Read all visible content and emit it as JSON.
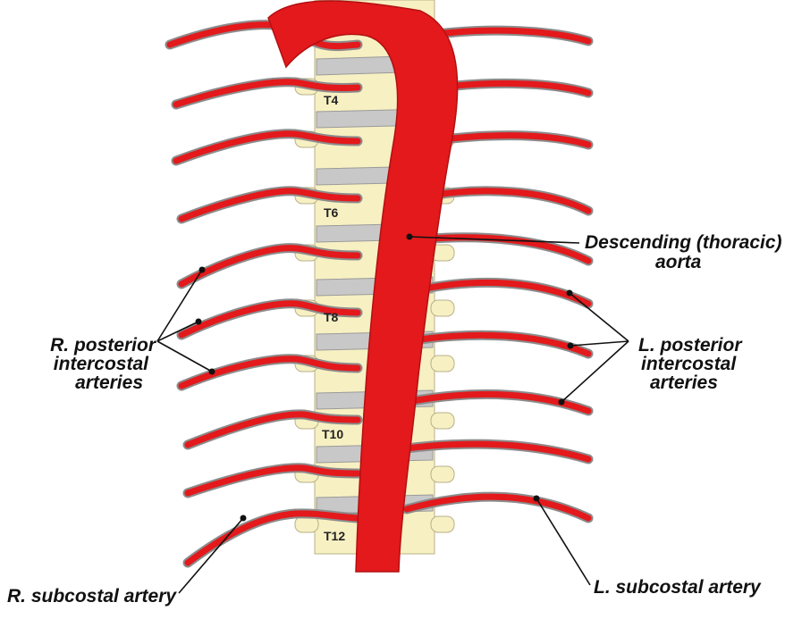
{
  "colors": {
    "artery": "#e3191c",
    "artery_edge": "#8c8c8c",
    "bone": "#f7f0c2",
    "bone_edge": "#b8b08a",
    "disc": "#c8c8c8",
    "leader": "#111111"
  },
  "vertebra_labels": [
    "T4",
    "T6",
    "T8",
    "T10",
    "T12"
  ],
  "labels": {
    "aorta_line1": "Descending (thoracic)",
    "aorta_line2": "aorta",
    "r_post_line1": "R. posterior",
    "r_post_line2": "intercostal",
    "r_post_line3": "arteries",
    "l_post_line1": "L. posterior",
    "l_post_line2": "intercostal",
    "l_post_line3": "arteries",
    "r_subcostal": "R. subcostal artery",
    "l_subcostal": "L. subcostal artery"
  }
}
